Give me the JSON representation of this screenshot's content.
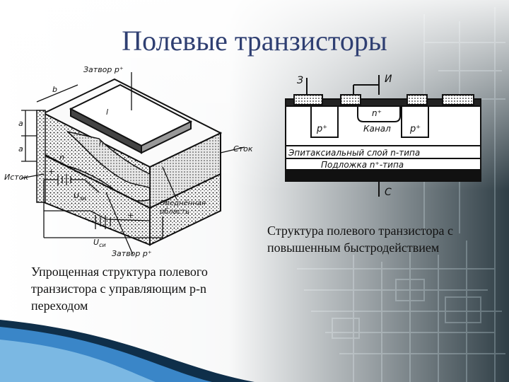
{
  "slide": {
    "title": "Полевые транзисторы",
    "caption_left": "Упрощенная структура полевого транзистора с управляющим p-n переходом",
    "caption_right": "Структура полевого транзистора с повышенным быстродействием"
  },
  "left_figure": {
    "gate_top": "Затвор p⁺",
    "gate_bottom": "Затвор p⁺",
    "drain": "Сток",
    "source": "Исток",
    "depletion_1": "Обеднённая",
    "depletion_2": "область",
    "dim_b": "b",
    "dim_a1": "a",
    "dim_a2": "a",
    "dim_l": "l",
    "dim_h": "h",
    "region_n": "n",
    "u_zi": "U",
    "u_zi_sub": "зи",
    "u_si": "U",
    "u_si_sub": "си",
    "plus1": "+",
    "minus1": "−",
    "plus2": "+",
    "minus2": "−"
  },
  "right_figure": {
    "gate": "З",
    "source": "И",
    "drain": "С",
    "n_plus": "n⁺",
    "channel": "Канал",
    "p_plus_left": "p⁺",
    "p_plus_right": "p⁺",
    "epi_layer": "Эпитаксиальный слой  n-типа",
    "substrate": "Подложка  n⁺-типа"
  },
  "colors": {
    "title": "#2f3f72",
    "background_dark": "#1a2a33",
    "accent_triangle": "#3a86c8"
  }
}
